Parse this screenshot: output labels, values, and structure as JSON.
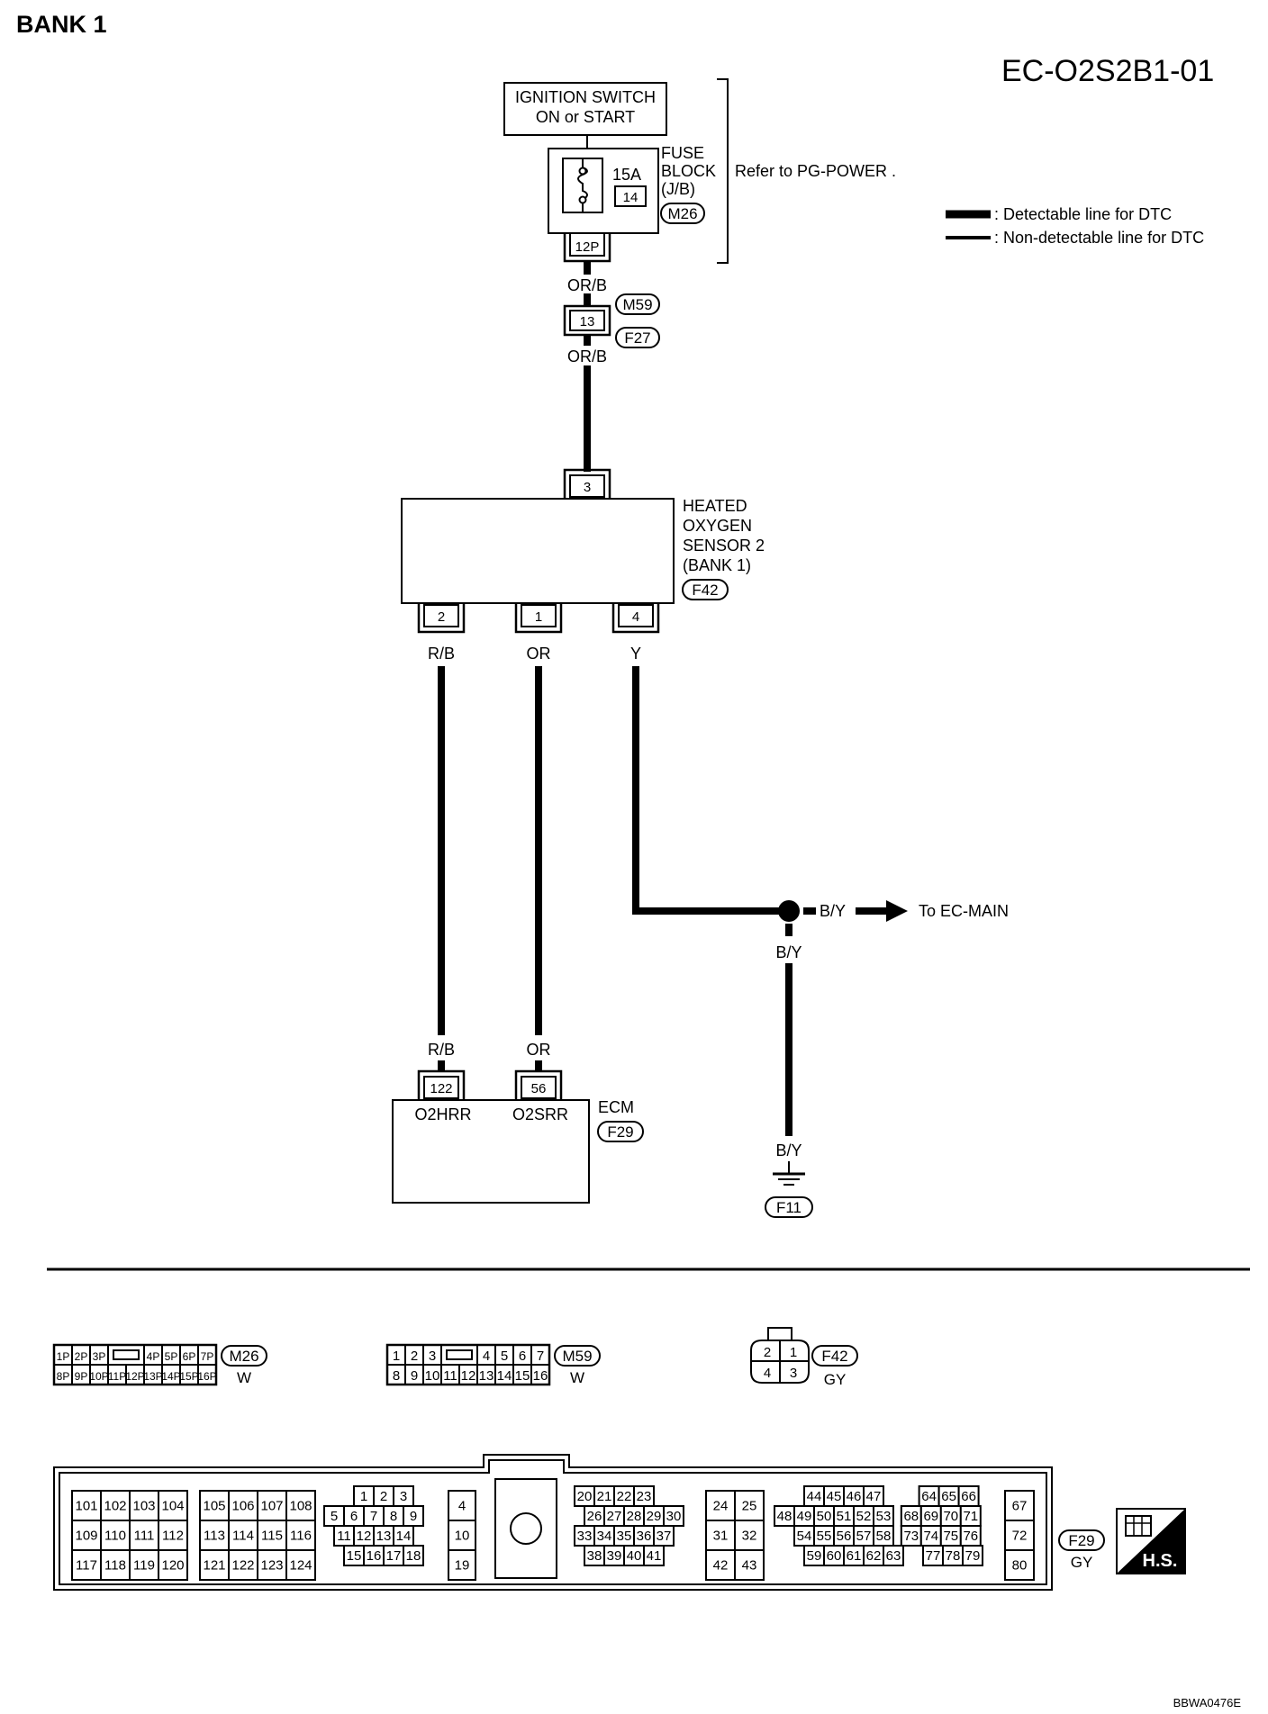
{
  "header": {
    "bank": "BANK 1",
    "diagram_code": "EC-O2S2B1-01",
    "footer_code": "BBWA0476E"
  },
  "legend": {
    "detectable": ": Detectable line for DTC",
    "non_detectable": ": Non-detectable line for DTC"
  },
  "ignition": {
    "line1": "IGNITION SWITCH",
    "line2": "ON or START"
  },
  "fuse": {
    "line1": "FUSE",
    "line2": "BLOCK",
    "line3": "(J/B)",
    "amp": "15A",
    "number": "14",
    "connector": "M26",
    "pin": "12P",
    "refer": "Refer to  PG-POWER ."
  },
  "wires": {
    "orb_top": "OR/B",
    "orb_bottom": "OR/B",
    "rb_top": "R/B",
    "or_top": "OR",
    "y_top": "Y",
    "rb_bottom": "R/B",
    "or_bottom": "OR",
    "by_right": "B/Y",
    "by_mid": "B/Y",
    "by_ground": "B/Y",
    "to_main": "To EC-MAIN"
  },
  "joint": {
    "pin": "13",
    "conn_a": "M59",
    "conn_b": "F27"
  },
  "sensor": {
    "line1": "HEATED",
    "line2": "OXYGEN",
    "line3": "SENSOR  2",
    "line4": "(BANK 1)",
    "connector": "F42",
    "pin_top": "3",
    "pin_a": "2",
    "pin_b": "1",
    "pin_c": "4"
  },
  "ecm": {
    "label": "ECM",
    "connector": "F29",
    "pin_a": "122",
    "pin_b": "56",
    "term_a": "O2HRR",
    "term_b": "O2SRR"
  },
  "ground": {
    "connector": "F11"
  },
  "connector_views": {
    "m26": {
      "id": "M26",
      "color": "W",
      "top": [
        "1P",
        "2P",
        "3P",
        "4P",
        "5P",
        "6P",
        "7P"
      ],
      "bottom": [
        "8P",
        "9P",
        "10P",
        "11P",
        "12P",
        "13P",
        "14P",
        "15P",
        "16P"
      ]
    },
    "m59": {
      "id": "M59",
      "color": "W",
      "top": [
        "1",
        "2",
        "3",
        "4",
        "5",
        "6",
        "7"
      ],
      "bottom": [
        "8",
        "9",
        "10",
        "11",
        "12",
        "13",
        "14",
        "15",
        "16"
      ]
    },
    "f42": {
      "id": "F42",
      "color": "GY",
      "pins": [
        "2",
        "1",
        "4",
        "3"
      ]
    },
    "f29": {
      "id": "F29",
      "color": "GY",
      "hs": "H.S.",
      "groups": [
        {
          "rows": [
            [
              "101",
              "102",
              "103",
              "104"
            ],
            [
              "109",
              "110",
              "111",
              "112"
            ],
            [
              "117",
              "118",
              "119",
              "120"
            ]
          ]
        },
        {
          "rows": [
            [
              "105",
              "106",
              "107",
              "108"
            ],
            [
              "113",
              "114",
              "115",
              "116"
            ],
            [
              "121",
              "122",
              "123",
              "124"
            ]
          ]
        },
        {
          "rows": [
            [
              "1",
              "2",
              "3"
            ],
            [
              "5",
              "6",
              "7",
              "8",
              "9"
            ],
            [
              "11",
              "12",
              "13",
              "14"
            ],
            [
              "15",
              "16",
              "17",
              "18"
            ]
          ]
        },
        {
          "rows": [
            [
              "4"
            ],
            [
              "10"
            ],
            [
              "19"
            ]
          ]
        },
        {
          "rows": [
            [
              "20",
              "21",
              "22",
              "23"
            ],
            [
              "26",
              "27",
              "28",
              "29",
              "30"
            ],
            [
              "33",
              "34",
              "35",
              "36",
              "37"
            ],
            [
              "38",
              "39",
              "40",
              "41"
            ]
          ]
        },
        {
          "rows": [
            [
              "24",
              "25"
            ],
            [
              "31",
              "32"
            ],
            [
              "42",
              "43"
            ]
          ]
        },
        {
          "rows": [
            [
              "44",
              "45",
              "46",
              "47",
              "64",
              "65",
              "66"
            ],
            [
              "48",
              "49",
              "50",
              "51",
              "52",
              "53",
              "68",
              "69",
              "70",
              "71"
            ],
            [
              "54",
              "55",
              "56",
              "57",
              "58",
              "73",
              "74",
              "75",
              "76"
            ],
            [
              "59",
              "60",
              "61",
              "62",
              "63",
              "77",
              "78",
              "79"
            ]
          ]
        },
        {
          "rows": [
            [
              "67"
            ],
            [
              "72"
            ],
            [
              "80"
            ]
          ]
        }
      ]
    }
  }
}
